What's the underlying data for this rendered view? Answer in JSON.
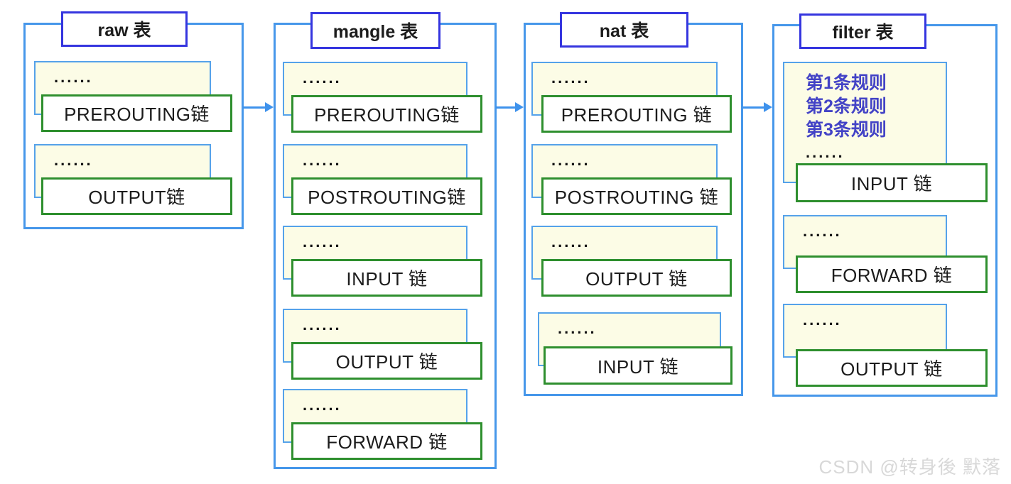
{
  "diagram": {
    "dots": "......",
    "watermark": "CSDN @转身後 默落",
    "colors": {
      "panel_border": "#4697EA",
      "title_border": "#3535DF",
      "chain_border": "#2E8F2E",
      "rules_fill": "#FCFCE6",
      "rule_text": "#4343C6",
      "arrow": "#3E92EC",
      "watermark_text": "#D8D8D8"
    },
    "tables": [
      {
        "title": "raw 表",
        "chains": [
          {
            "label": "PREROUTING链"
          },
          {
            "label": "OUTPUT链"
          }
        ]
      },
      {
        "title": "mangle 表",
        "chains": [
          {
            "label": "PREROUTING链"
          },
          {
            "label": "POSTROUTING链"
          },
          {
            "label": "INPUT 链"
          },
          {
            "label": "OUTPUT 链"
          },
          {
            "label": "FORWARD 链"
          }
        ]
      },
      {
        "title": "nat 表",
        "chains": [
          {
            "label": "PREROUTING 链"
          },
          {
            "label": "POSTROUTING 链"
          },
          {
            "label": "OUTPUT 链"
          },
          {
            "label": "INPUT 链"
          }
        ]
      },
      {
        "title": "filter 表",
        "rules": [
          "第1条规则",
          "第2条规则",
          "第3条规则"
        ],
        "chains": [
          {
            "label": "INPUT 链"
          },
          {
            "label": "FORWARD 链"
          },
          {
            "label": "OUTPUT 链"
          }
        ]
      }
    ]
  }
}
